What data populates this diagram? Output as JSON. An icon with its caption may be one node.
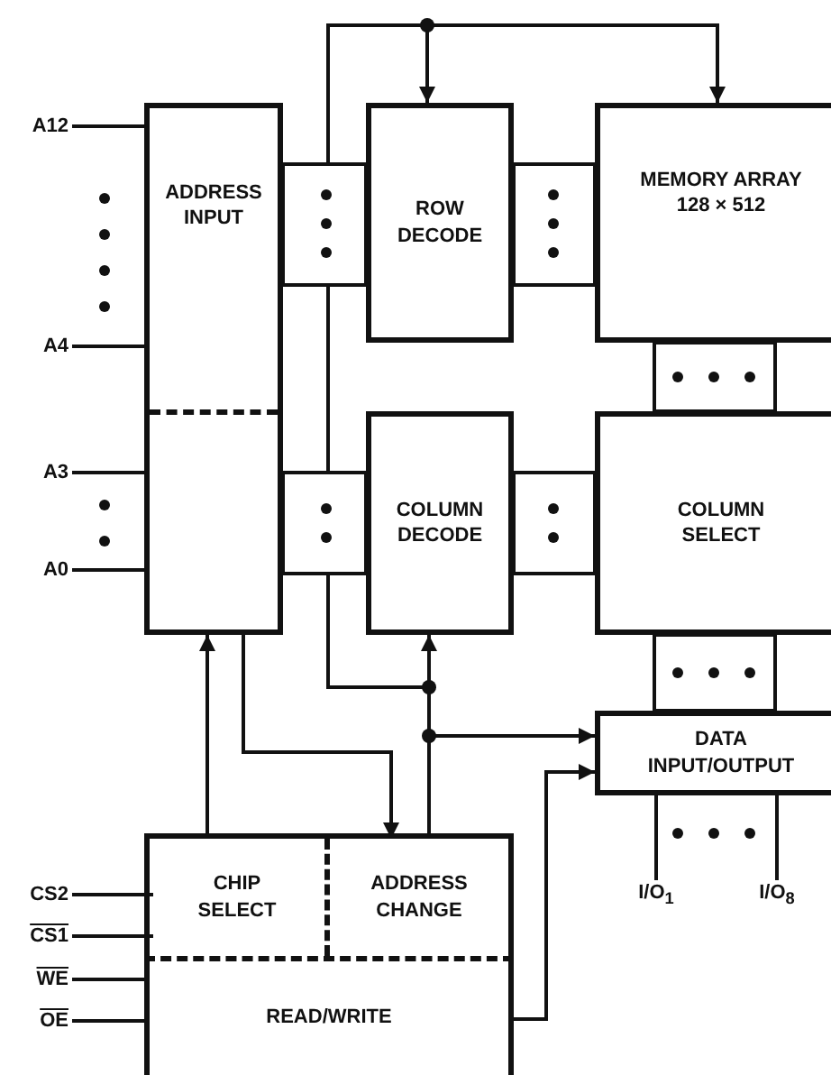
{
  "diagram": {
    "nodes": [
      {
        "text": [
          "A12"
        ]
      },
      {
        "text": [
          "ADDRESS INPUT"
        ]
      },
      {
        "text": [
          "ROW DECODE"
        ]
      },
      {
        "text": [
          "MEMORY ARRAY",
          "128 × 512"
        ]
      },
      {
        "text": [
          "A4"
        ]
      },
      {
        "text": [
          "A3"
        ]
      },
      {
        "text": [
          "COLUMN DECODE"
        ]
      },
      {
        "text": [
          "COLUMN SELECT"
        ]
      },
      {
        "text": [
          "A0"
        ]
      },
      {
        "text": [
          "DATA INPUT/OUTPUT"
        ]
      },
      {
        "text": [],
        "shape": "box"
      },
      {
        "text": [
          "CHIP SELECT"
        ],
        "in": 10
      },
      {
        "text": [
          "ADDRESS CHANGE"
        ],
        "in": 10
      },
      {
        "text": [
          "CS2"
        ]
      },
      {
        "text": [
          "CS1"
        ]
      },
      {
        "text": [
          "I/O$_{1}$"
        ]
      },
      {
        "text": [
          "I/O$_{8}$"
        ]
      },
      {
        "text": [
          "WE"
        ]
      },
      {
        "text": [
          "READ/WRITE"
        ],
        "in": 10
      },
      {
        "text": [
          "OE"
        ]
      }
    ],
    "edges": [
      {
        "from": 0,
        "to": 1,
        "arrow": "none"
      },
      {
        "from": 4,
        "to": 1,
        "arrow": "none"
      },
      {
        "from": 5,
        "to": 1,
        "arrow": "none"
      },
      {
        "from": 8,
        "to": 1,
        "arrow": "none"
      },
      {
        "from": 1,
        "to": 2,
        "arrow": "none"
      },
      {
        "from": 2,
        "to": 3,
        "arrow": "none"
      },
      {
        "from": 1,
        "to": 6,
        "arrow": "none"
      },
      {
        "from": 6,
        "to": 7,
        "arrow": "none"
      },
      {
        "from": 3,
        "to": 7,
        "arrow": "none"
      },
      {
        "from": 7,
        "to": 9,
        "arrow": "none"
      },
      {
        "from": 9,
        "to": 15,
        "arrow": "none"
      },
      {
        "from": 9,
        "to": 16,
        "arrow": "none"
      },
      {
        "from": 13,
        "to": 11,
        "arrow": "none"
      },
      {
        "from": 14,
        "to": 11,
        "arrow": "none"
      },
      {
        "from": 17,
        "to": 18,
        "arrow": "none"
      },
      {
        "from": 19,
        "to": 18,
        "arrow": "none"
      },
      {
        "from": 11,
        "to": 1,
        "arrow": "to"
      },
      {
        "from": 1,
        "to": 12,
        "arrow": "to"
      },
      {
        "from": 12,
        "to": 2,
        "arrow": "to"
      },
      {
        "from": 12,
        "to": 3,
        "arrow": "to"
      },
      {
        "from": 12,
        "to": 6,
        "arrow": "to"
      },
      {
        "from": 12,
        "to": 9,
        "arrow": "to"
      },
      {
        "from": 18,
        "to": 9,
        "arrow": "to"
      }
    ]
  }
}
